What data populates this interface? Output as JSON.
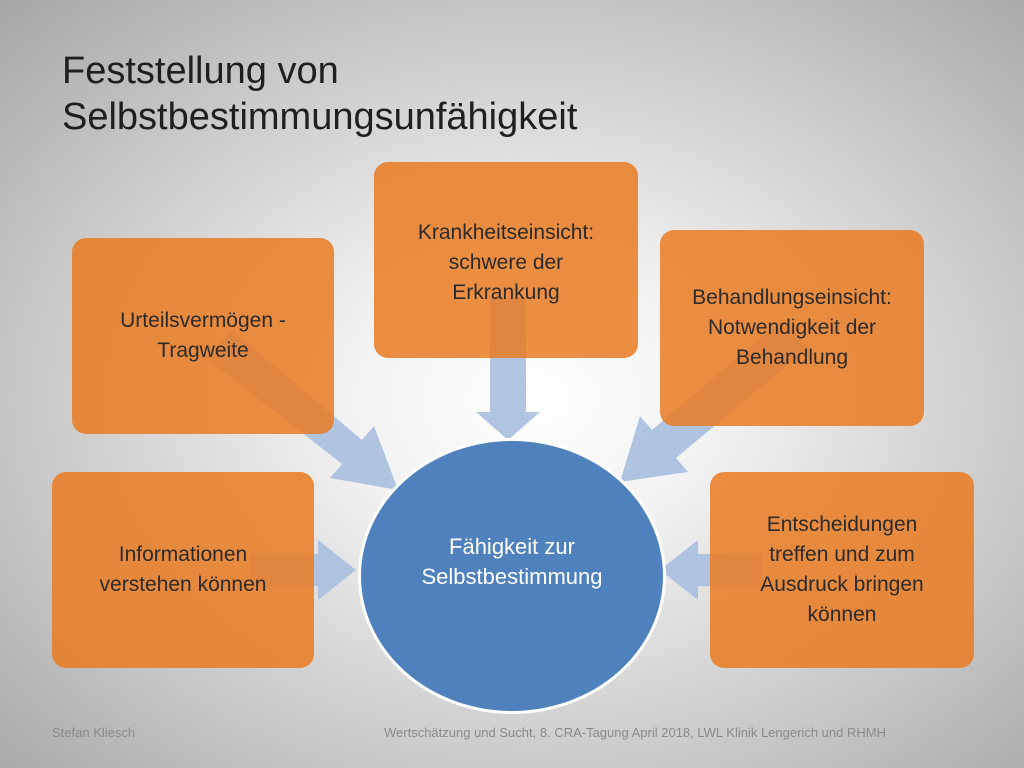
{
  "title": {
    "line1": "Feststellung von",
    "line2": "Selbstbestimmungsunfähigkeit"
  },
  "center": {
    "line1": "Fähigkeit zur",
    "line2": "Selbstbestimmung"
  },
  "boxes": {
    "urteilsvermoegen": {
      "line1": "Urteilsvermögen -",
      "line2": "Tragweite"
    },
    "krankheitseinsicht": {
      "line1": "Krankheitseinsicht:",
      "line2": "schwere der",
      "line3": "Erkrankung"
    },
    "behandlungseinsicht": {
      "line1": "Behandlungseinsicht:",
      "line2": "Notwendigkeit der",
      "line3": "Behandlung"
    },
    "informationen": {
      "line1": "Informationen",
      "line2": "verstehen können"
    },
    "entscheidungen": {
      "line1": "Entscheidungen",
      "line2": "treffen und zum",
      "line3": "Ausdruck bringen",
      "line4": "können"
    }
  },
  "footer": {
    "author": "Stefan Kliesch",
    "event": "Wertschätzung und Sucht,  8. CRA-Tagung April 2018, LWL Klinik Lengerich und RHMH"
  },
  "colors": {
    "box_fill": "#ea7b21",
    "circle_fill": "#4f81bd",
    "arrow_fill": "#a9bfe0"
  }
}
